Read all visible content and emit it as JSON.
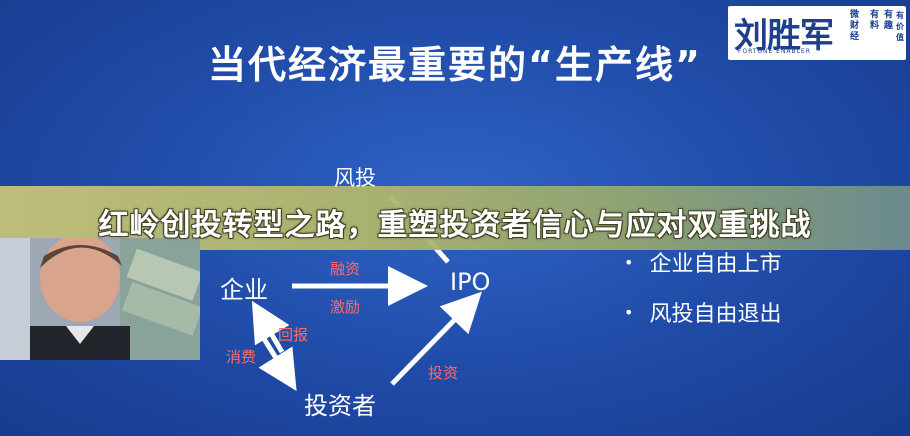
{
  "slide": {
    "title": "当代经济最重要的“生产线”",
    "banner": "红岭创投转型之路，重塑投资者信心与应对双重挑战"
  },
  "logo": {
    "main": "刘胜军",
    "sub": "FORTUNE ENABLER",
    "vertical_1": "微财经",
    "vertical_2": "有料",
    "vertical_3": "有趣",
    "vertical_4": "有价值"
  },
  "diagram": {
    "nodes": {
      "vc": "风投",
      "enterprise": "企业",
      "ipo": "IPO",
      "investor": "投资者"
    },
    "edge_labels": {
      "financing": "融资",
      "incentive": "激励",
      "return": "回报",
      "consumption": "消费",
      "investment": "投资"
    }
  },
  "bullets": [
    "企业自由上市",
    "风投自由退出"
  ],
  "colors": {
    "background": "#1f4aa6",
    "edge_label": "#ff6a6a",
    "banner": "#c4c278",
    "logo_text": "#1d3f8c"
  }
}
